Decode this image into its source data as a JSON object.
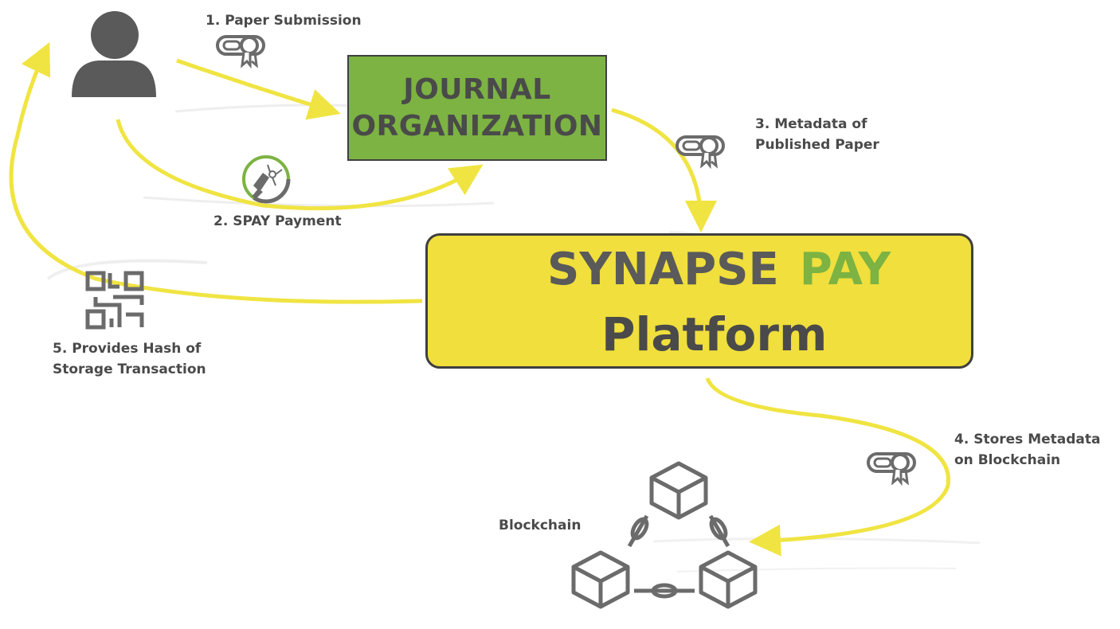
{
  "colors": {
    "arrow": "#f0e442",
    "journal_fill": "#7cb342",
    "platform_fill": "#f0df3c",
    "pay_green": "#7cb342",
    "icon_gray": "#6b6b6b"
  },
  "steps": {
    "step1": "1. Paper Submission",
    "step2": "2. SPAY Payment",
    "step3_line1": "3. Metadata of",
    "step3_line2": "Published Paper",
    "step4_line1": "4. Stores Metadata",
    "step4_line2": "on Blockchain",
    "step5_line1": "5. Provides Hash of",
    "step5_line2": "Storage Transaction"
  },
  "journal": {
    "line1": "JOURNAL",
    "line2": "ORGANIZATION"
  },
  "platform": {
    "word1": "SYNAPSE",
    "word2": "PAY",
    "line2": "Platform"
  },
  "blockchain_label": "Blockchain",
  "icons": [
    "user-icon",
    "diploma-icon",
    "spay-coin-icon",
    "qr-code-icon",
    "blockchain-icon"
  ]
}
